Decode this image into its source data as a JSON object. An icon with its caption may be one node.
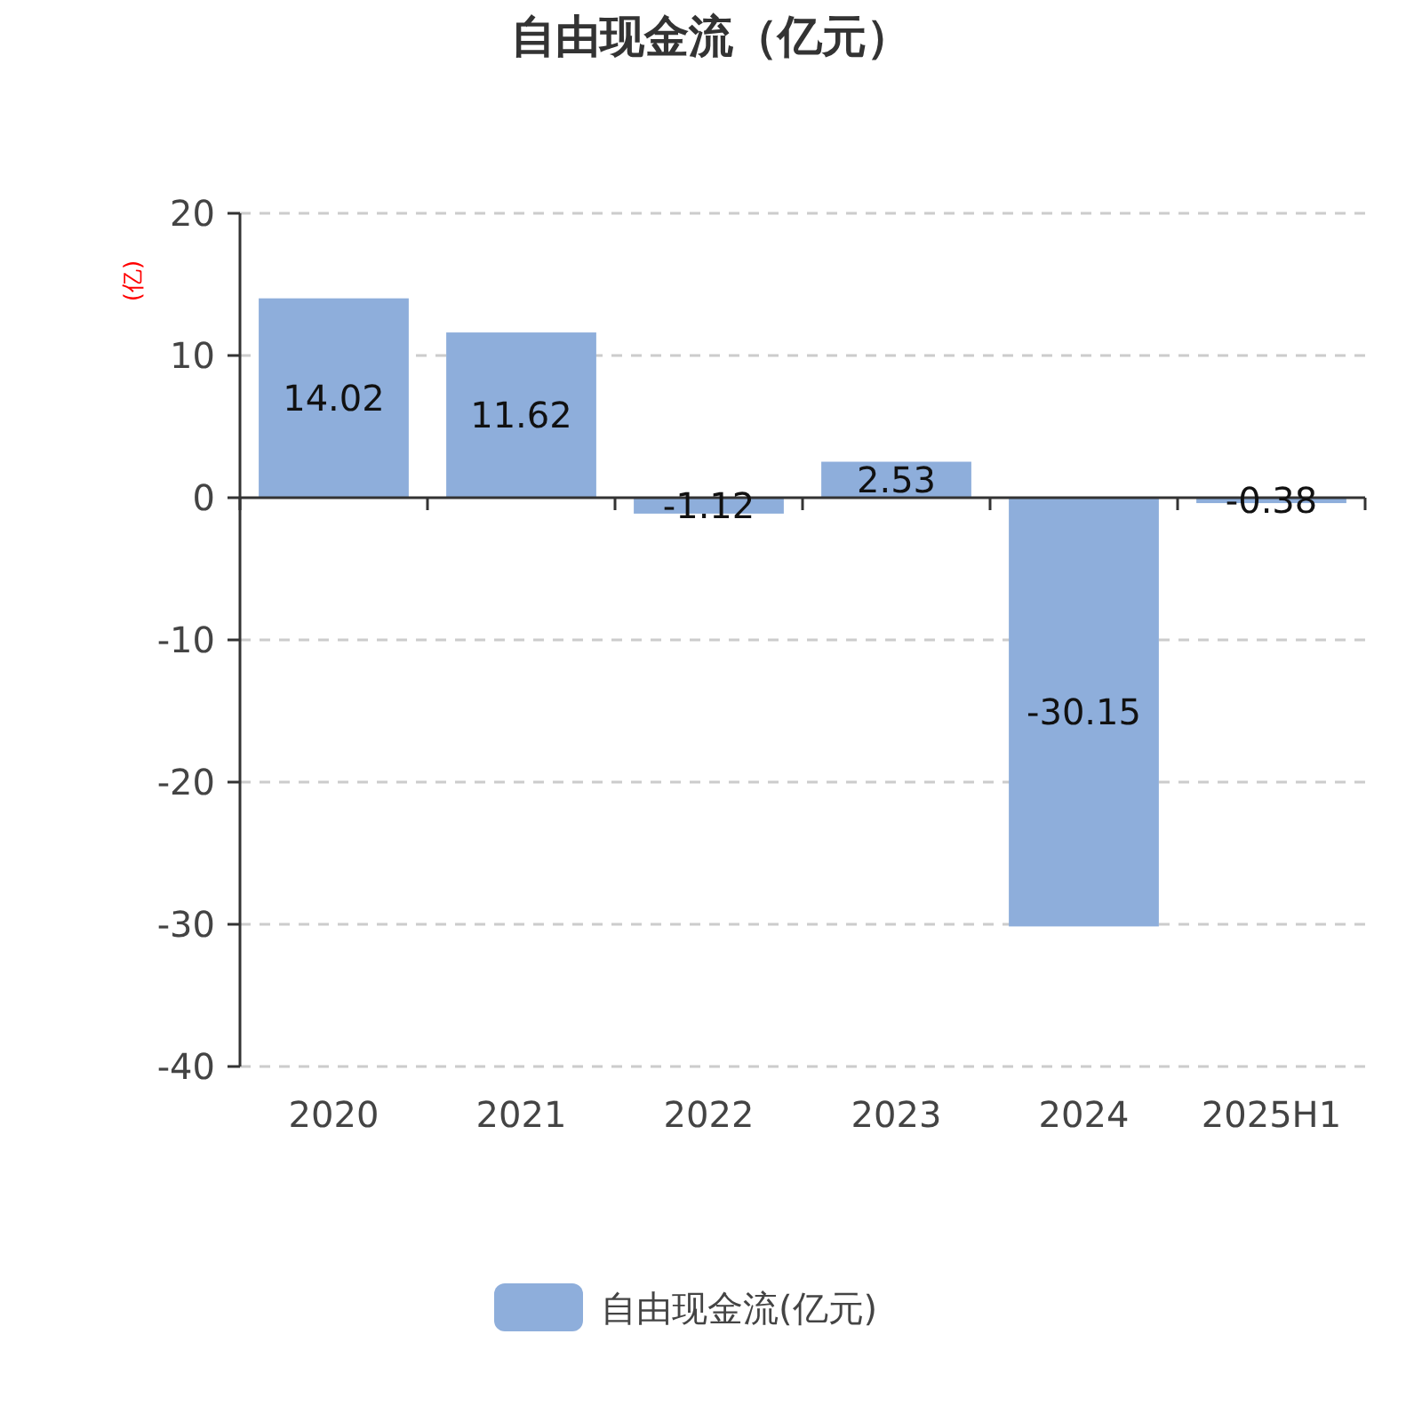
{
  "diagram": {
    "title": "自由现金流（亿元）",
    "chart_data": {
      "type": "bar",
      "ylabel": "(亿)",
      "categories": [
        "2020",
        "2021",
        "2022",
        "2023",
        "2024",
        "2025H1"
      ],
      "series": [
        {
          "name": "自由现金流(亿元)",
          "color": "#8eaedb",
          "values": [
            14.02,
            11.62,
            -1.12,
            2.53,
            -30.15,
            -0.38
          ]
        }
      ],
      "ylim": [
        -40,
        20
      ],
      "yticks": [
        -40,
        -30,
        -20,
        -10,
        0,
        10,
        20
      ],
      "data_labels": true,
      "grid": true
    }
  }
}
